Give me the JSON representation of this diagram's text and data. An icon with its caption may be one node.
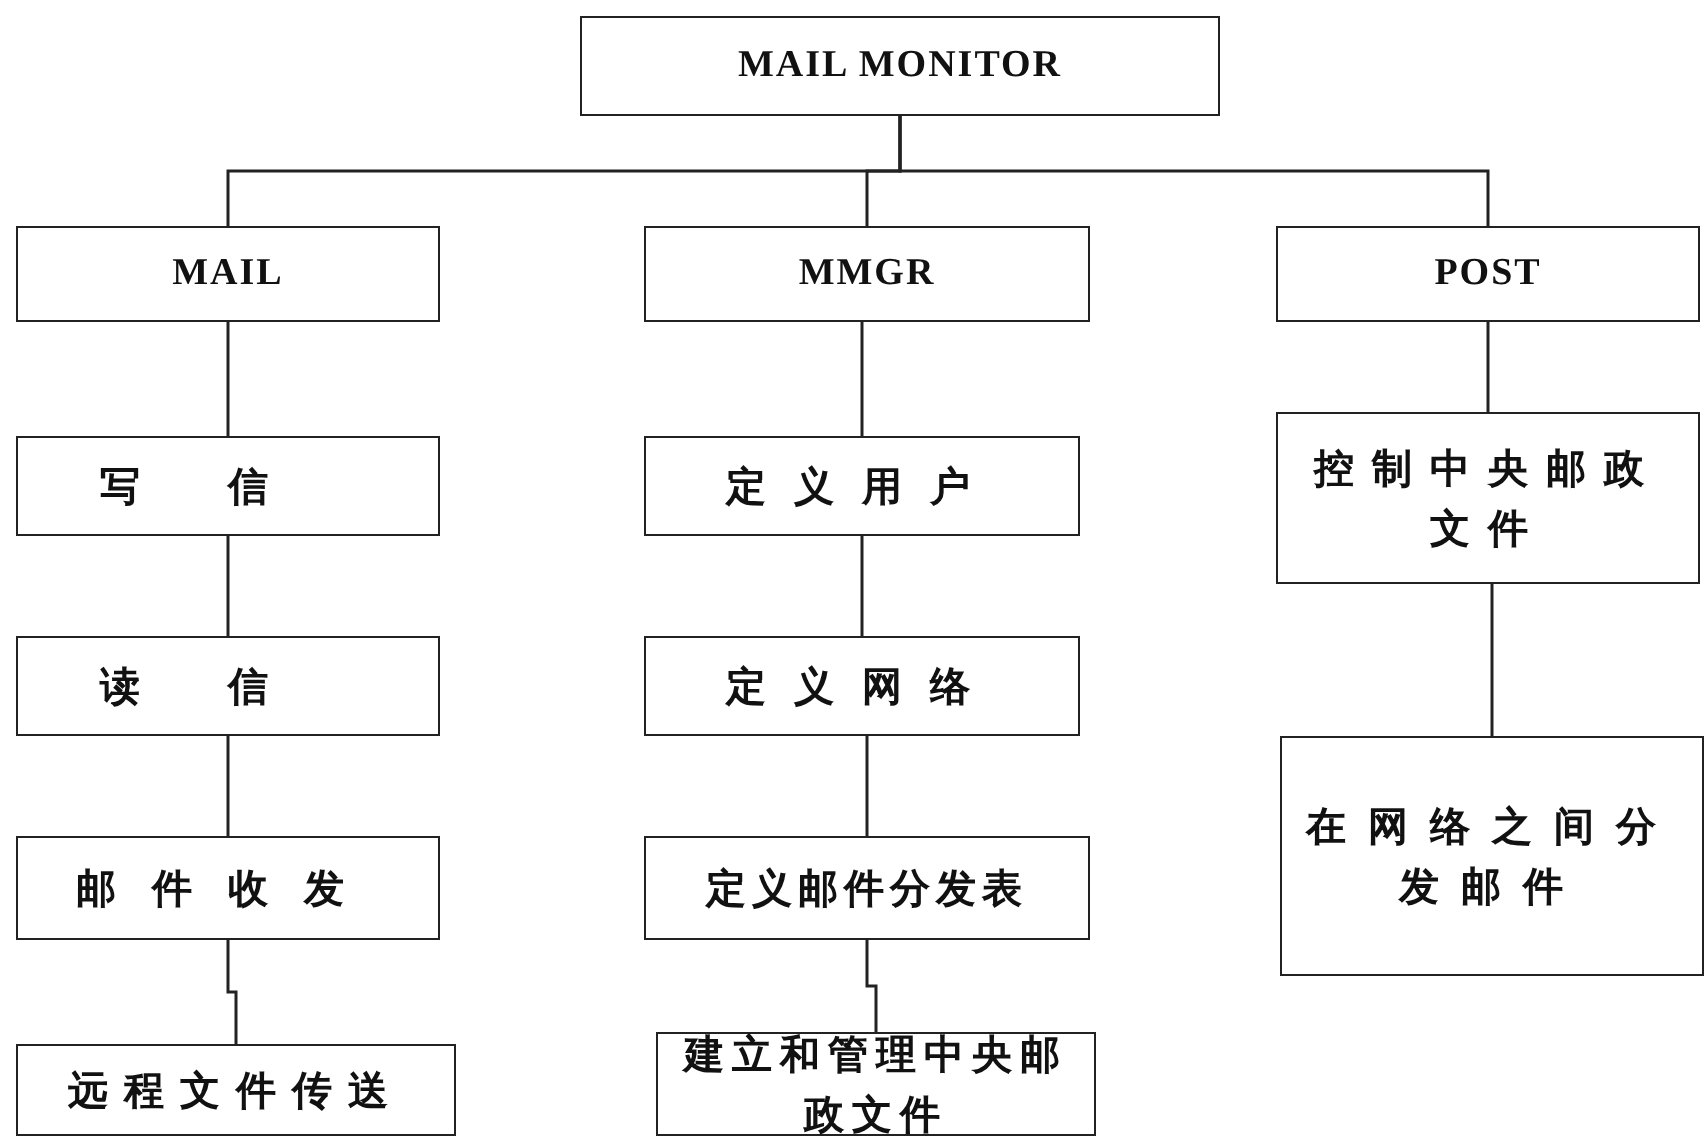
{
  "diagram": {
    "nodes": [
      {
        "text": [
          "MAIL MONITOR"
        ]
      },
      {
        "text": [
          "MAIL"
        ]
      },
      {
        "text": [
          "MMGR"
        ]
      },
      {
        "text": [
          "POST"
        ]
      },
      {
        "text": [
          "写信"
        ]
      },
      {
        "text": [
          "读信"
        ]
      },
      {
        "text": [
          "邮件收发"
        ]
      },
      {
        "text": [
          "远程文件传送"
        ]
      },
      {
        "text": [
          "定义用户"
        ]
      },
      {
        "text": [
          "定义网络"
        ]
      },
      {
        "text": [
          "定义邮件分发表"
        ]
      },
      {
        "text": [
          "建立和管理中央邮政文件"
        ]
      },
      {
        "text": [
          "控制中央邮政文件"
        ]
      },
      {
        "text": [
          "在网络之间分发邮件"
        ]
      }
    ],
    "edges": [
      {
        "from": 0,
        "to": 1,
        "arrow": "none"
      },
      {
        "from": 0,
        "to": 2,
        "arrow": "none"
      },
      {
        "from": 0,
        "to": 3,
        "arrow": "none"
      },
      {
        "from": 1,
        "to": 4,
        "arrow": "none"
      },
      {
        "from": 4,
        "to": 5,
        "arrow": "none"
      },
      {
        "from": 5,
        "to": 6,
        "arrow": "none"
      },
      {
        "from": 6,
        "to": 7,
        "arrow": "none"
      },
      {
        "from": 2,
        "to": 8,
        "arrow": "none"
      },
      {
        "from": 8,
        "to": 9,
        "arrow": "none"
      },
      {
        "from": 9,
        "to": 10,
        "arrow": "none"
      },
      {
        "from": 10,
        "to": 11,
        "arrow": "none"
      },
      {
        "from": 3,
        "to": 12,
        "arrow": "none"
      },
      {
        "from": 12,
        "to": 13,
        "arrow": "none"
      }
    ]
  }
}
